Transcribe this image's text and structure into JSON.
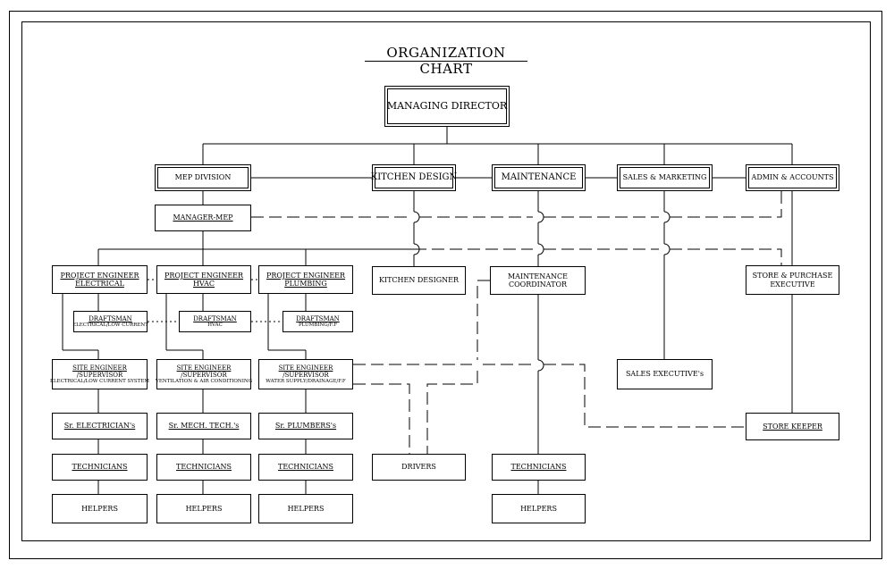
{
  "title": "ORGANIZATION CHART",
  "nodes": {
    "managing_director": "MANAGING DIRECTOR",
    "mep_division": "MEP DIVISION",
    "kitchen_design": "KITCHEN DESIGN",
    "maintenance": "MAINTENANCE",
    "sales_marketing": "SALES & MARKETING",
    "admin_accounts": "ADMIN & ACCOUNTS",
    "manager_mep": "MANAGER-MEP",
    "pe_electrical": [
      "PROJECT ENGINEER",
      "ELECTRICAL"
    ],
    "pe_hvac": [
      "PROJECT ENGINEER",
      "HVAC"
    ],
    "pe_plumbing": [
      "PROJECT ENGINEER",
      "PLUMBING"
    ],
    "kitchen_designer": "KITCHEN DESIGNER",
    "maintenance_coordinator": [
      "MAINTENANCE",
      "COORDINATOR"
    ],
    "store_purchase": [
      "STORE & PURCHASE",
      "EXECUTIVE"
    ],
    "draftsman_electrical": [
      "DRAFTSMAN",
      "ELECTRICAL/LOW CURRENT"
    ],
    "draftsman_hvac": [
      "DRAFTSMAN",
      "HVAC"
    ],
    "draftsman_plumbing": [
      "DRAFTSMAN",
      "PLUMBING/F.F"
    ],
    "se_electrical": [
      "SITE ENGINEER",
      "/SUPERVISOR",
      "ELECTRICAL/LOW CURRENT SYSTEM"
    ],
    "se_hvac": [
      "SITE ENGINEER",
      "/SUPERVISOR",
      "VENTILATION & AIR CONDITIONING"
    ],
    "se_plumbing": [
      "SITE ENGINEER",
      "/SUPERVISOR",
      "WATER SUPPLY/DRAINAGE/F.F"
    ],
    "sales_executives": "SALES EXECUTIVE's",
    "sr_electricians": "Sr. ELECTRICIAN's",
    "sr_mech_techs": "Sr. MECH. TECH.'s",
    "sr_plumbers": "Sr. PLUMBERS's",
    "store_keeper": "STORE KEEPER",
    "technicians": "TECHNICIANS",
    "drivers": "DRIVERS",
    "helpers": "HELPERS"
  }
}
